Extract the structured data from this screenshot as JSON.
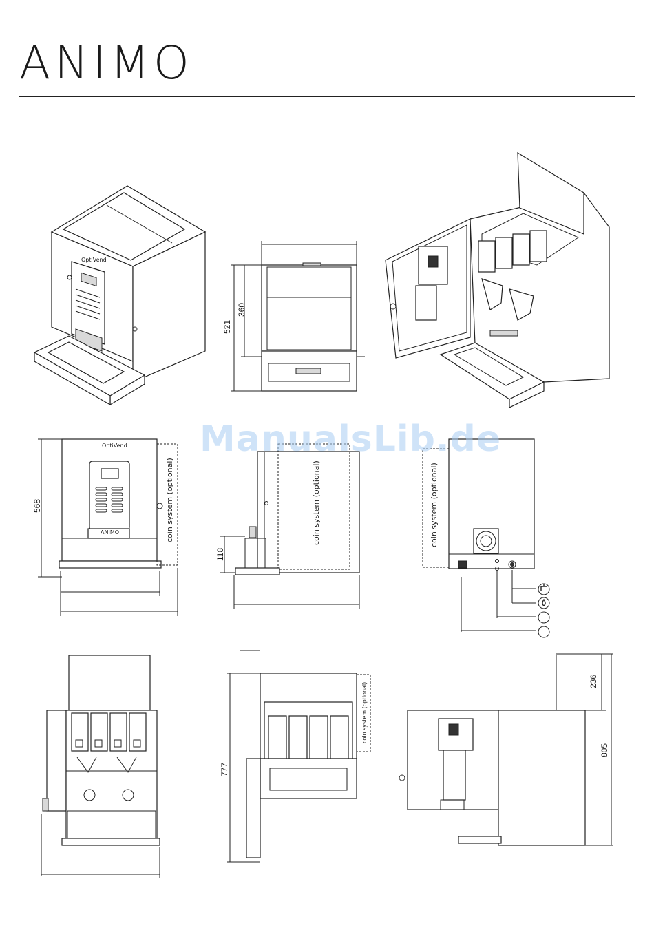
{
  "header": {
    "brand": "ANIMO"
  },
  "watermark": "ManualsLib.de",
  "dimensions": {
    "top_view_height": "360",
    "top_view_total": "521",
    "front_height": "568",
    "side_base_height": "118",
    "open_depth": "777",
    "lid_height": "236",
    "open_total_height": "805"
  },
  "labels": {
    "coin_front": "coin system (optional)",
    "coin_side": "coin system (optional)",
    "coin_back": "coin system (optional)",
    "coin_open": "coin system (optional)",
    "brand_panel": "OptiVend",
    "brand_panel_small": "OptiVend",
    "badge_front": "ANIMO"
  },
  "icons": [
    "water-tap-icon",
    "water-drop-icon",
    "blank-circle-icon",
    "blank-circle-icon"
  ]
}
